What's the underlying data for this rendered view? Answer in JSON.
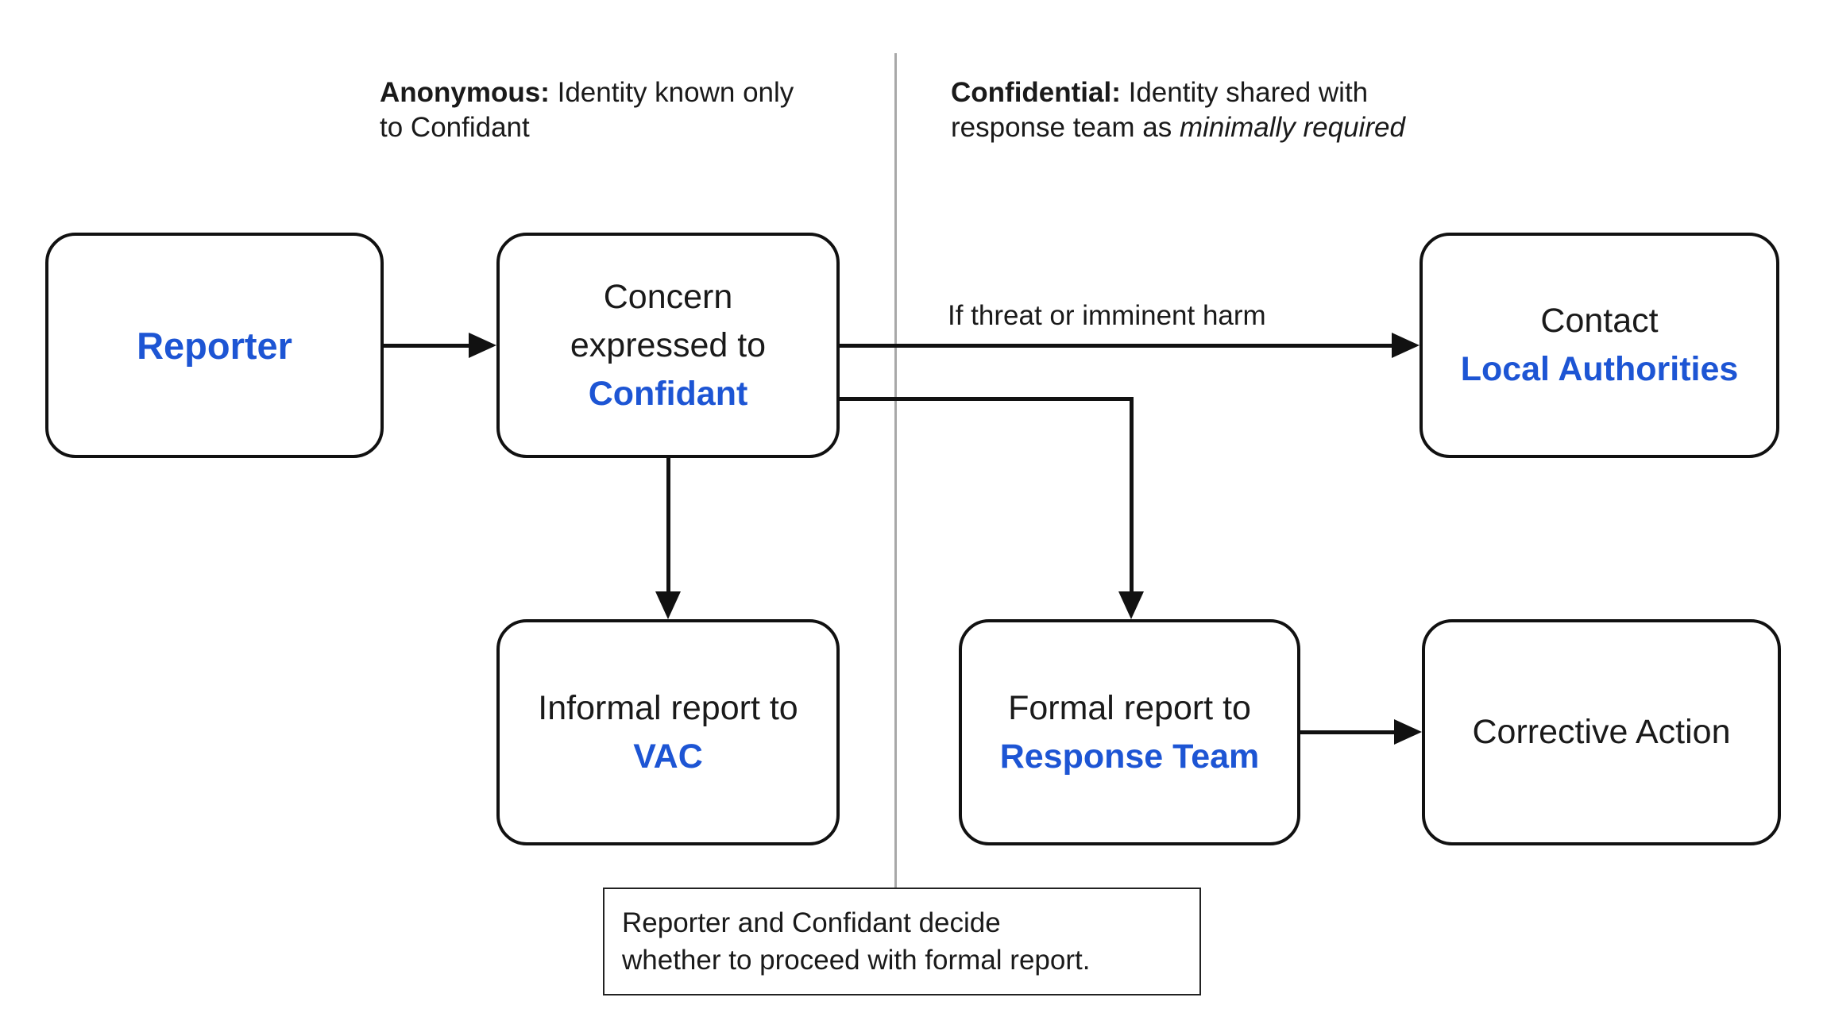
{
  "colors": {
    "accent_blue": "#1d55d4",
    "text": "#1a1a1a",
    "line_black": "#111111",
    "divider_gray": "#a8a8a8"
  },
  "legend": {
    "anonymous": {
      "bold": "Anonymous:",
      "line1_rest": " Identity known only",
      "line2": "to Confidant"
    },
    "confidential": {
      "bold": "Confidential:",
      "line1_rest": " Identity shared with",
      "line2_regular": "response team as ",
      "line2_italic": "minimally required"
    }
  },
  "nodes": {
    "reporter": {
      "title": "Reporter"
    },
    "concern": {
      "line1": "Concern",
      "line2": "expressed to",
      "highlight": "Confidant"
    },
    "contact": {
      "line1": "Contact",
      "highlight": "Local Authorities"
    },
    "informal": {
      "line1": "Informal report to",
      "highlight": "VAC"
    },
    "formal": {
      "line1": "Formal report to",
      "highlight": "Response Team"
    },
    "corrective": {
      "line1": "Corrective Action"
    }
  },
  "edges": {
    "threat_label": "If threat or imminent harm"
  },
  "note": {
    "line1": "Reporter and Confidant decide",
    "line2": "whether to proceed with formal report."
  }
}
